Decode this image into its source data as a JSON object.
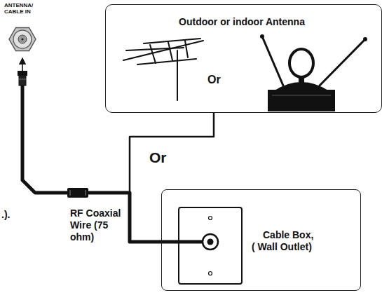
{
  "diagram": {
    "nodes": [
      {
        "text": [
          "ANTENNA/ CABLE IN"
        ]
      },
      {
        "text": [
          "Outdoor or indoor Antenna"
        ]
      },
      {
        "text": [
          "Cable Box, ( Wall Outlet)"
        ]
      }
    ],
    "edges": [
      {
        "from": 1,
        "to": 0,
        "arrow": "to"
      },
      {
        "from": 2,
        "to": 0,
        "arrow": "to"
      }
    ],
    "labels": [
      "Or",
      "Or",
      "RF Coaxial Wire (75 ohm)",
      ".)."
    ]
  }
}
